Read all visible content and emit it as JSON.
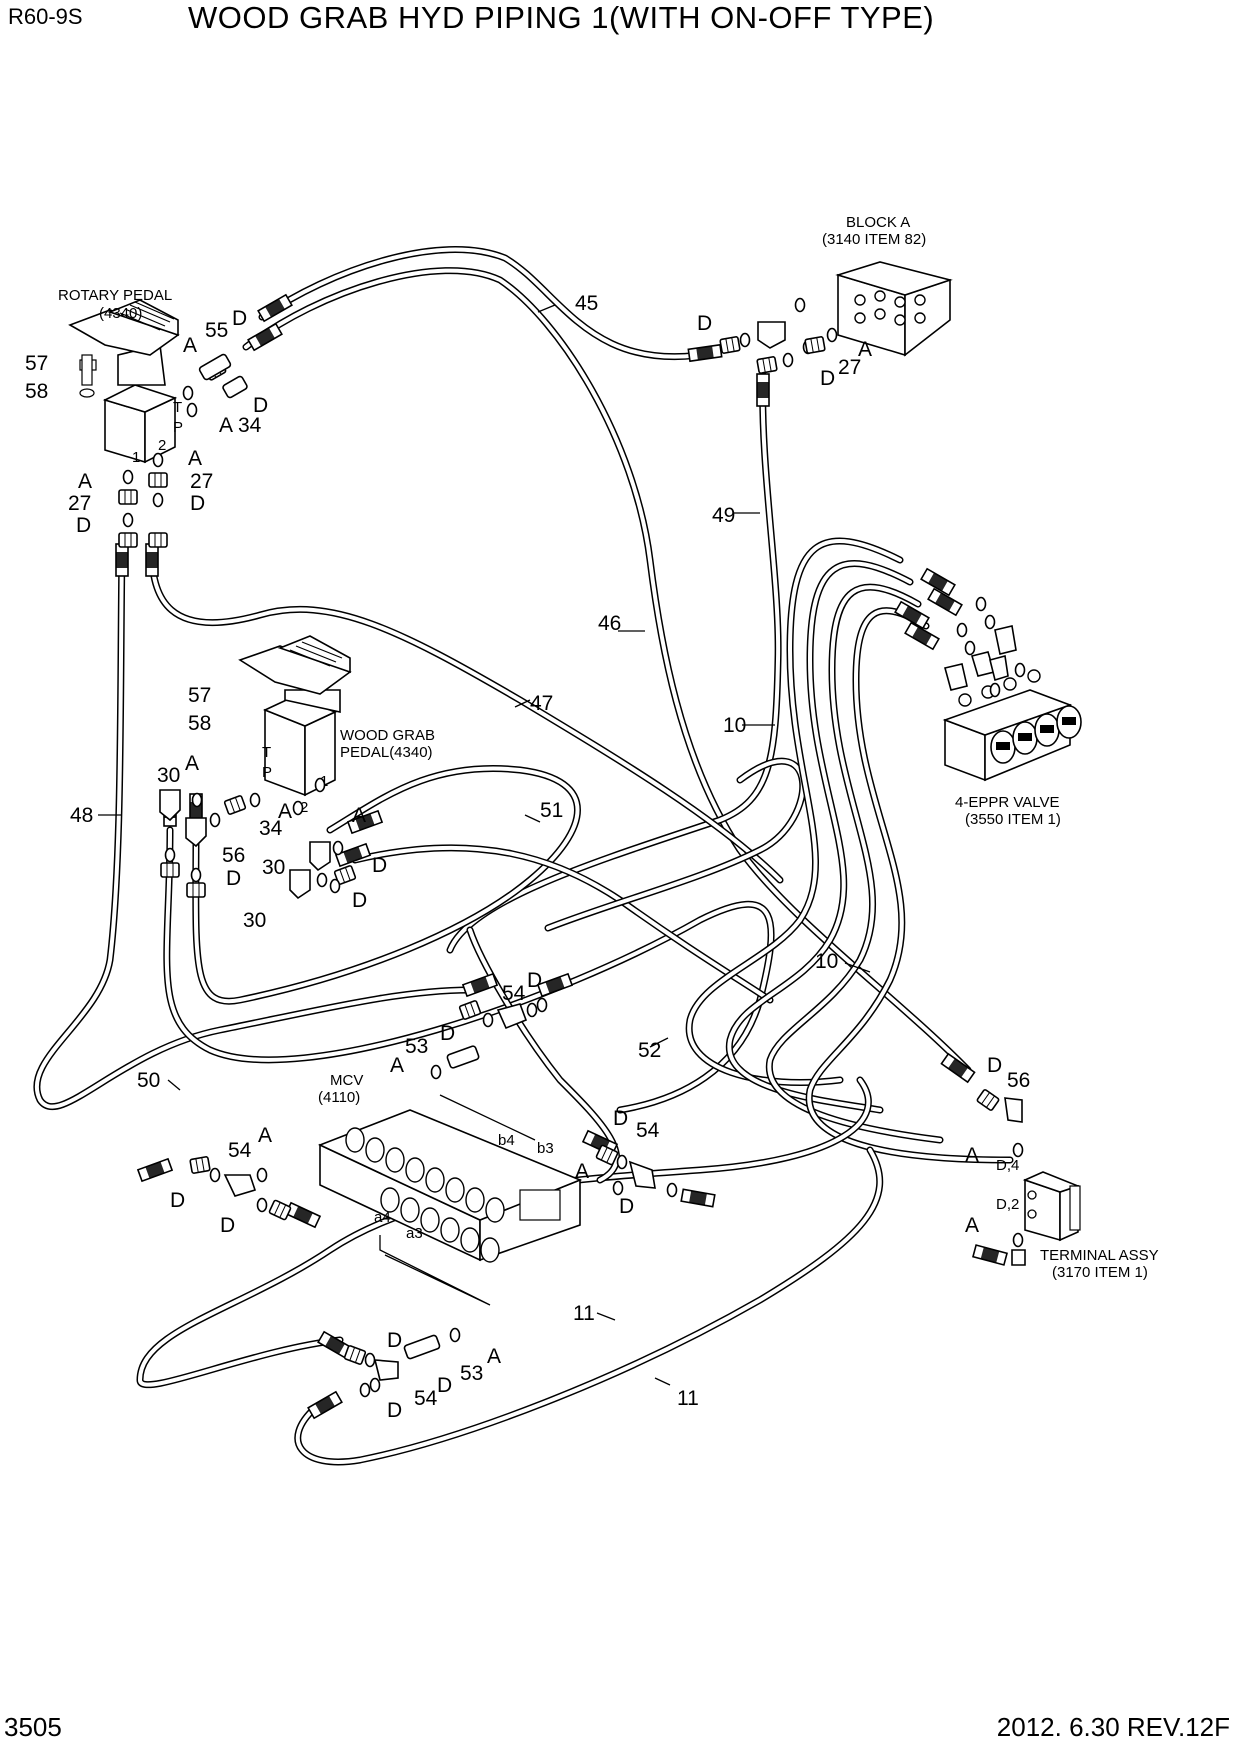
{
  "header": {
    "model": "R60-9S",
    "title": "WOOD GRAB HYD PIPING 1(WITH ON-OFF TYPE)"
  },
  "footer": {
    "page_number": "3505",
    "revision": "2012. 6.30 REV.12F"
  },
  "components": {
    "rotary_pedal": {
      "line1": "ROTARY PEDAL",
      "line2": "(4340)"
    },
    "block_a": {
      "line1": "BLOCK A",
      "line2": "(3140 ITEM 82)"
    },
    "wood_grab_pedal": {
      "line1": "WOOD GRAB",
      "line2": "PEDAL(4340)"
    },
    "eppr_valve": {
      "line1": "4-EPPR VALVE",
      "line2": "(3550 ITEM 1)"
    },
    "mcv": {
      "line1": "MCV",
      "line2": "(4110)"
    },
    "terminal_assy": {
      "line1": "TERMINAL ASSY",
      "line2": "(3170 ITEM 1)"
    }
  },
  "port_marks": {
    "rp_t": "T",
    "rp_p": "P",
    "rp_1": "1",
    "rp_2": "2",
    "wg_t": "T",
    "wg_p": "P",
    "wg_1": "1",
    "wg_2": "2",
    "mcv_b4": "b4",
    "mcv_b3": "b3",
    "mcv_a4": "a4",
    "mcv_a3": "a3",
    "term_d4": "D,4",
    "term_d2": "D,2"
  },
  "callouts": {
    "c45": "45",
    "c46": "46",
    "c47": "47",
    "c48": "48",
    "c49": "49",
    "c50": "50",
    "c51": "51",
    "c52": "52",
    "c10a": "10",
    "c10b": "10",
    "c11a": "11",
    "c11b": "11",
    "c55": "55",
    "c57a": "57",
    "c58a": "58",
    "c57b": "57",
    "c58b": "58",
    "c34a": "34",
    "c34b": "34",
    "c27a": "27",
    "c27b": "27",
    "c27c": "27",
    "c30a": "30",
    "c30b": "30",
    "c30c": "30",
    "c56a": "56",
    "c56b": "56",
    "c53a": "53",
    "c53b": "53",
    "c54a": "54",
    "c54b": "54",
    "c54c": "54",
    "c54d": "54"
  },
  "letters": {
    "A": "A",
    "D": "D"
  }
}
